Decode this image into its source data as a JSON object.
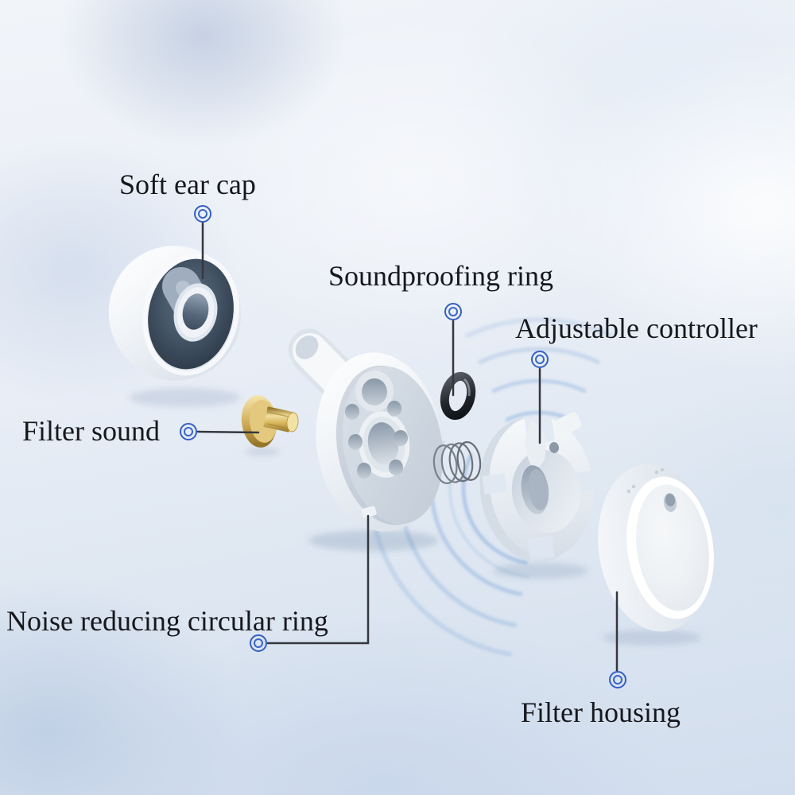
{
  "diagram": {
    "type": "exploded-view-product-diagram",
    "subject": "earbud components",
    "labels": {
      "soft_ear_cap": "Soft ear cap",
      "soundproofing_ring": "Soundproofing ring",
      "adjustable_controller": "Adjustable controller",
      "filter_sound": "Filter sound",
      "noise_reducing_circular_ring": "Noise reducing circular ring",
      "filter_housing": "Filter housing"
    },
    "colors": {
      "label_text": "#16181d",
      "marker_blue": "#3560c1",
      "connector_line": "#34383e",
      "part_white": "#f2f5f8",
      "part_face_gray": "#c9d3dd",
      "ear_cap_interior": "#2d3a49",
      "gold_pin": "#d9bb67",
      "o_ring_black": "#1a1d22",
      "spring_silver": "#79828c",
      "sound_wave_blue": "#7da6d9",
      "background_tint": "#d2deee"
    }
  }
}
